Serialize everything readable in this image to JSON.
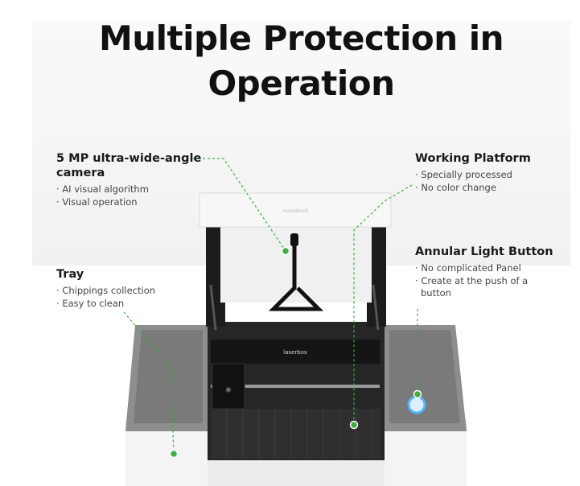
{
  "headline": {
    "line1": "Multiple Protection in",
    "line2": "Operation"
  },
  "callouts": {
    "camera": {
      "title": "5 MP ultra-wide-angle camera",
      "items": [
        "AI visual algorithm",
        "Visual operation"
      ]
    },
    "platform": {
      "title": "Working Platform",
      "items": [
        "Specially processed",
        "No color change"
      ]
    },
    "light_button": {
      "title": "Annular Light Button",
      "items": [
        "No complicated Panel",
        "Create at the push of a button"
      ]
    },
    "tray": {
      "title": "Tray",
      "items": [
        "Chippings collection",
        "Easy to clean"
      ]
    }
  },
  "device": {
    "lid_brand": "makeblock",
    "rail_brand": "laserbox"
  },
  "colors": {
    "accent_green": "#3fae3f",
    "light_ring": "#4fb6ff"
  },
  "icons": [
    "laser-head-logo-icon",
    "light-button-icon",
    "indicator-dot-icon"
  ]
}
